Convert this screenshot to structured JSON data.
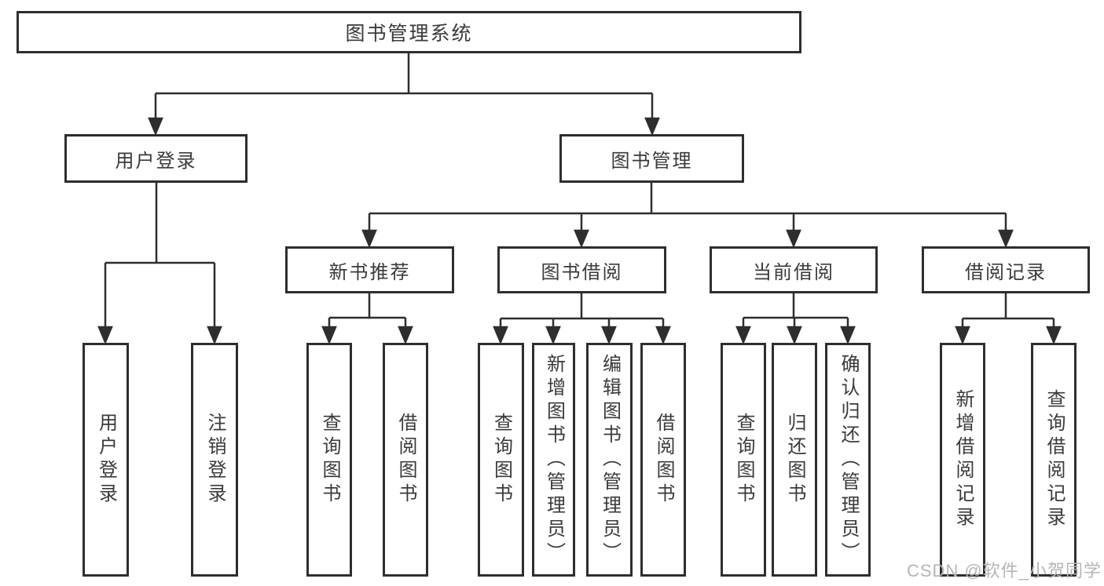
{
  "diagram": {
    "title_node": {
      "label": "图书管理系统"
    },
    "level2": [
      {
        "label": "用户登录"
      },
      {
        "label": "图书管理"
      }
    ],
    "level3": [
      {
        "label": "新书推荐"
      },
      {
        "label": "图书借阅"
      },
      {
        "label": "当前借阅"
      },
      {
        "label": "借阅记录"
      }
    ],
    "leaves": [
      {
        "label": "用户登录"
      },
      {
        "label": "注销登录"
      },
      {
        "label": "查询图书"
      },
      {
        "label": "借阅图书"
      },
      {
        "label": "查询图书"
      },
      {
        "label": "新增图书（管理员）"
      },
      {
        "label": "编辑图书（管理员）"
      },
      {
        "label": "借阅图书"
      },
      {
        "label": "查询图书"
      },
      {
        "label": "归还图书"
      },
      {
        "label": "确认归还（管理员）"
      },
      {
        "label": "新增借阅记录"
      },
      {
        "label": "查询借阅记录"
      }
    ],
    "colors": {
      "line": "#2e2e2e",
      "text": "#3a3a3a",
      "watermark": "#b5b5b5"
    }
  },
  "watermark": {
    "text": "CSDN @软件_小贺同学"
  }
}
